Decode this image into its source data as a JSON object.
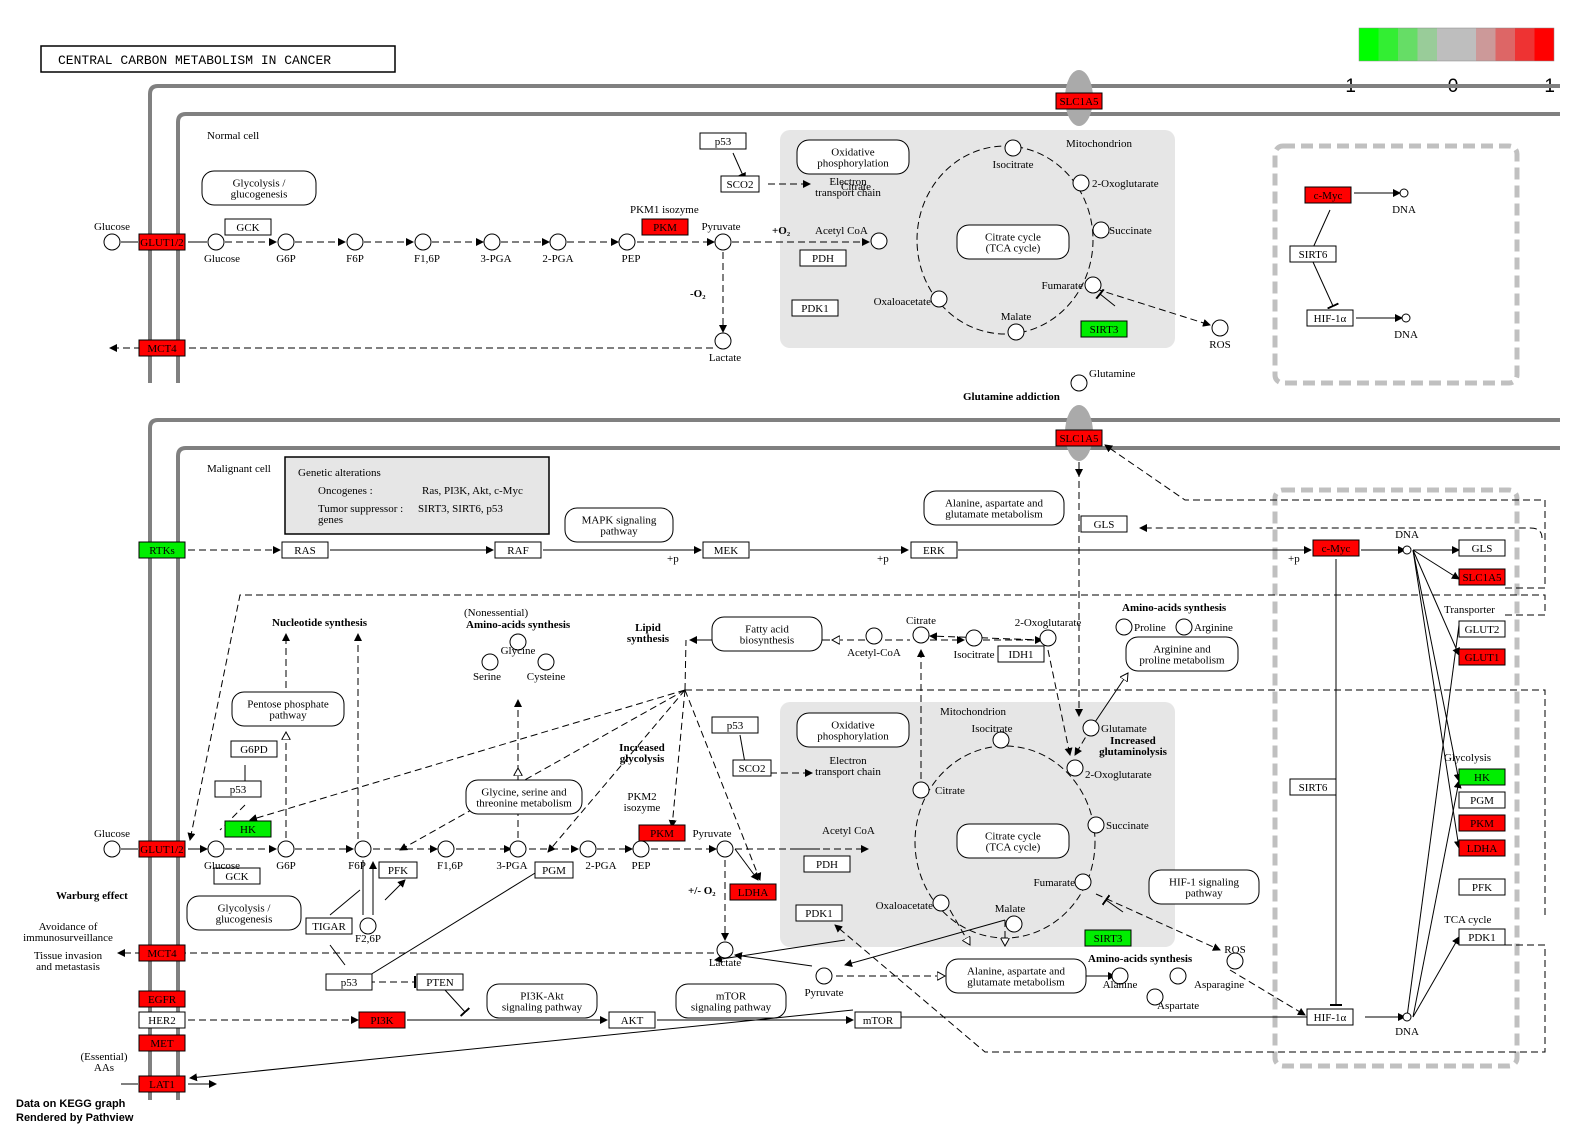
{
  "title": "CENTRAL CARBON METABOLISM IN CANCER",
  "legend": {
    "colors": [
      "#00ff00",
      "#33ee33",
      "#66dd66",
      "#99cc99",
      "#bebebe",
      "#bebebe",
      "#cc9999",
      "#dd6666",
      "#ee3333",
      "#ff0000"
    ],
    "ticks": [
      "-1",
      "0",
      "1"
    ]
  },
  "footer": {
    "line1": "Data on KEGG graph",
    "line2": "Rendered by Pathview"
  },
  "colors": {
    "up": "#ff0000",
    "down": "#00ee00",
    "neutral": "#ffffff",
    "compartment": "#e6e6e6",
    "membrane": "#808080"
  },
  "normal": {
    "cell_label": "Normal cell",
    "mito_label": "Mitochondrion",
    "genes": {
      "slc1a5": "SLC1A5",
      "glut": "GLUT1/2",
      "mct4": "MCT4",
      "gck": "GCK",
      "pkm": "PKM",
      "p53": "p53",
      "sco2": "SCO2",
      "pdh": "PDH",
      "pdk1": "PDK1",
      "sirt3": "SIRT3",
      "cmyc": "c-Myc",
      "sirt6": "SIRT6",
      "hif": "HIF-1α"
    },
    "maps": {
      "glycolysis": "Glycolysis /\nglucogenesis",
      "oxphos": "Oxidative\nphosphorylation",
      "tca": "Citrate cycle\n(TCA cycle)"
    },
    "compounds": {
      "glucose_out": "Glucose",
      "glucose": "Glucose",
      "g6p": "G6P",
      "f6p": "F6P",
      "f16p": "F1,6P",
      "pga3": "3-PGA",
      "pga2": "2-PGA",
      "pep": "PEP",
      "pyruvate": "Pyruvate",
      "lactate": "Lactate",
      "citrate": "Citrate",
      "isocitrate": "Isocitrate",
      "oxoglutarate": "2-Oxoglutarate",
      "succinate": "Succinate",
      "fumarate": "Fumarate",
      "malate": "Malate",
      "oxaloacetate": "Oxaloacetate",
      "ros": "ROS",
      "dna1": "DNA",
      "dna2": "DNA",
      "glutamine": "Glutamine"
    },
    "labels": {
      "pkm1": "PKM1 isozyme",
      "plus_o2": "+O₂",
      "minus_o2": "-O₂",
      "acetyl_coa": "Acetyl CoA",
      "etc": "Electron\ntransport chain"
    }
  },
  "glutamine_addiction": "Glutamine addiction",
  "malignant": {
    "cell_label": "Malignant cell",
    "mito_label": "Mitochondrion",
    "alterations": {
      "header": "Genetic alterations",
      "onco_label": "Oncogenes :",
      "onco_value": "Ras, PI3K, Akt, c-Myc",
      "supp_label": "Tumor suppressor :\ngenes",
      "supp_value": "SIRT3, SIRT6, p53"
    },
    "genes": {
      "slc1a5": "SLC1A5",
      "rtks": "RTKs",
      "ras": "RAS",
      "raf": "RAF",
      "mek": "MEK",
      "erk": "ERK",
      "gls": "GLS",
      "cmyc": "c-Myc",
      "gls_r": "GLS",
      "slc1a5_r": "SLC1A5",
      "glut2": "GLUT2",
      "glut1": "GLUT1",
      "idh1": "IDH1",
      "g6pd": "G6PD",
      "p53a": "p53",
      "hk": "HK",
      "glut12": "GLUT1/2",
      "gck": "GCK",
      "pfk": "PFK",
      "tigar": "TIGAR",
      "pgm": "PGM",
      "pkm": "PKM",
      "ldha": "LDHA",
      "p53b": "p53",
      "sco2": "SCO2",
      "pdh": "PDH",
      "pdk1": "PDK1",
      "sirt3": "SIRT3",
      "mct4": "MCT4",
      "egfr": "EGFR",
      "her2": "HER2",
      "met": "MET",
      "lat1": "LAT1",
      "pi3k": "PI3K",
      "akt": "AKT",
      "mtor": "mTOR",
      "p53c": "p53",
      "pten": "PTEN",
      "sirt6": "SIRT6",
      "hif": "HIF-1α",
      "hk_r": "HK",
      "pgm_r": "PGM",
      "pkm_r": "PKM",
      "ldha_r": "LDHA",
      "pfk_r": "PFK",
      "pdk1_r": "PDK1"
    },
    "maps": {
      "mapk": "MAPK signaling\npathway",
      "ala_asp_top": "Alanine, aspartate and\nglutamate metabolism",
      "fatty": "Fatty acid\nbiosynthesis",
      "arg_pro": "Arginine and\nproline metabolism",
      "ppp": "Pentose phosphate\npathway",
      "gly_ser": "Glycine, serine and\nthreonine metabolism",
      "oxphos": "Oxidative\nphosphorylation",
      "tca": "Citrate cycle\n(TCA cycle)",
      "hif_sig": "HIF-1 signaling\npathway",
      "glycolysis": "Glycolysis /\nglucogenesis",
      "ala_asp_bottom": "Alanine, aspartate and\nglutamate metabolism",
      "pi3k_akt": "PI3K-Akt\nsignaling pathway",
      "mtor_sig": "mTOR\nsignaling pathway"
    },
    "compounds": {
      "citrate_top": "Citrate",
      "oxoglutarate_top": "2-Oxoglutarate",
      "isocitrate_top": "Isocitrate",
      "acetyl_coa_top": "Acetyl-CoA",
      "proline": "Proline",
      "arginine": "Arginine",
      "glycine": "Glycine",
      "serine": "Serine",
      "cysteine": "Cysteine",
      "glucose_out": "Glucose",
      "glucose": "Glucose",
      "g6p": "G6P",
      "f6p": "F6P",
      "f26p": "F2,6P",
      "f16p": "F1,6P",
      "pga3": "3-PGA",
      "pga2": "2-PGA",
      "pep": "PEP",
      "pyruvate": "Pyruvate",
      "lactate": "Lactate",
      "citrate": "Citrate",
      "isocitrate": "Isocitrate",
      "glutamate": "Glutamate",
      "oxoglutarate": "2-Oxoglutarate",
      "succinate": "Succinate",
      "fumarate": "Fumarate",
      "malate": "Malate",
      "oxaloacetate": "Oxaloacetate",
      "ros": "ROS",
      "pyruvate2": "Pyruvate",
      "alanine": "Alanine",
      "asparagine": "Asparagine",
      "aspartate": "Aspartate",
      "essential_aas": "(Essential)\nAAs",
      "dna_top": "DNA",
      "dna_bottom": "DNA"
    },
    "labels": {
      "nucleotide": "Nucleotide synthesis",
      "nonessential": "(Nonessential)",
      "aa_synth": "Amino-acids synthesis",
      "lipid": "Lipid\nsynthesis",
      "aa_synth_right": "Amino-acids synthesis",
      "increased_glycolysis": "Increased\nglycolysis",
      "pkm2": "PKM2\nisozyme",
      "increased_glutaminolysis": "Increased\nglutaminolysis",
      "warburg": "Warburg effect",
      "avoidance": "Avoidance of\nimmunosurveillance",
      "invasion": "Tissue invasion\nand metastasis",
      "pm_o2": "+/- O₂",
      "acetyl_coa": "Acetyl CoA",
      "etc": "Electron\ntransport chain",
      "aa_synth_bottom": "Amino-acids synthesis",
      "plus_p1": "+p",
      "plus_p2": "+p",
      "plus_p3": "+p",
      "transporter": "Transporter",
      "glycolysis_r": "Glycolysis",
      "tca_r": "TCA cycle"
    }
  }
}
